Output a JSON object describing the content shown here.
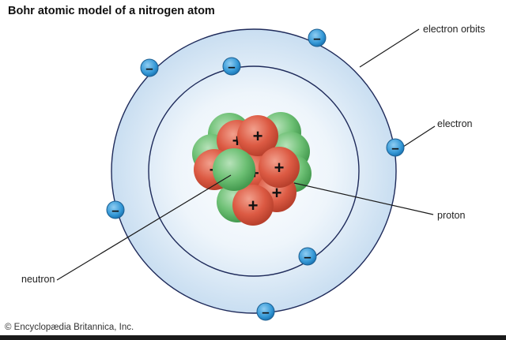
{
  "title": "Bohr atomic model of a nitrogen atom",
  "labels": {
    "electron_orbits": "electron orbits",
    "electron": "electron",
    "proton": "proton",
    "neutron": "neutron"
  },
  "credit": "© Encyclopædia Britannica, Inc.",
  "symbols": {
    "electron": "–",
    "proton": "+"
  },
  "colors": {
    "electron": "#2b8fd0",
    "proton": "#d9543f",
    "neutron": "#5fb56b",
    "orbit_fill": "#d7e8f6",
    "orbit_line": "#1e2a5a"
  }
}
